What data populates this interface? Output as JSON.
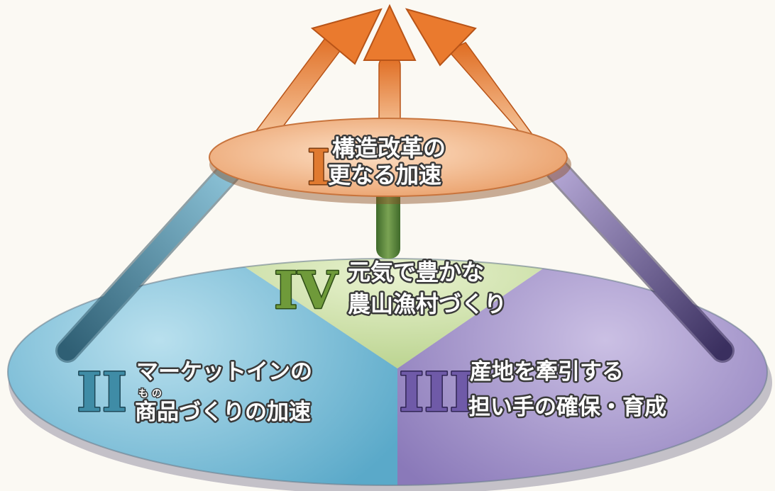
{
  "pillar_1": {
    "numeral": "I",
    "line1": "構造改革の",
    "line2": "更なる加速",
    "color": "#f0a878"
  },
  "pillar_2": {
    "numeral": "II",
    "line1": "マーケットインの",
    "ruby": "も の",
    "line2": "商品づくりの加速",
    "color": "#7fc1d8"
  },
  "pillar_3": {
    "numeral": "III",
    "line1": "産地を牽引する",
    "line2": "担い手の確保・育成",
    "color": "#a999cc"
  },
  "pillar_4": {
    "numeral": "IV",
    "line1": "元気で豊かな",
    "line2": "農山漁村づくり",
    "color": "#c9dca0"
  },
  "colors": {
    "arrow_orange": "#e9782f",
    "numeral_1": "#e07a30",
    "numeral_2": "#3f8ca6",
    "numeral_3": "#6f5aa8",
    "numeral_4": "#6f9a3a"
  }
}
